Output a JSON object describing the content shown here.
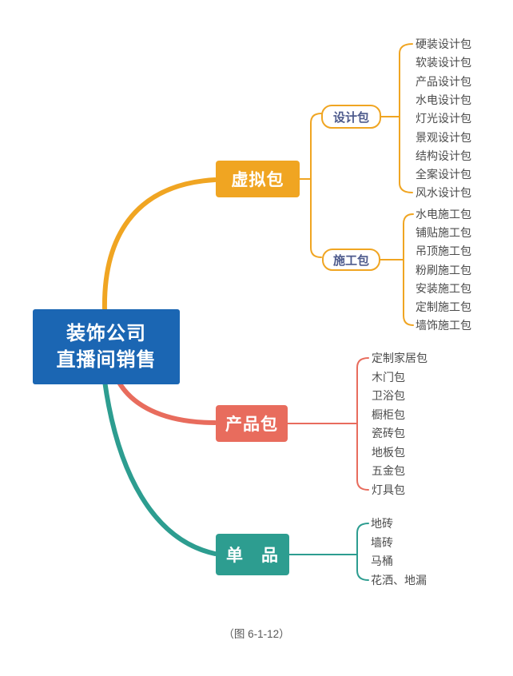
{
  "root": {
    "line1": "装饰公司",
    "line2": "直播间销售",
    "color": "#1b66b3",
    "text_color": "#ffffff"
  },
  "branches": [
    {
      "label": "虚拟包",
      "color": "#f0a522",
      "children": [
        {
          "label": "设计包",
          "items": [
            "硬装设计包",
            "软装设计包",
            "产品设计包",
            "水电设计包",
            "灯光设计包",
            "景观设计包",
            "结构设计包",
            "全案设计包",
            "风水设计包"
          ]
        },
        {
          "label": "施工包",
          "items": [
            "水电施工包",
            "铺贴施工包",
            "吊顶施工包",
            "粉刷施工包",
            "安装施工包",
            "定制施工包",
            "墙饰施工包"
          ]
        }
      ]
    },
    {
      "label": "产品包",
      "color": "#e86c5d",
      "items": [
        "定制家居包",
        "木门包",
        "卫浴包",
        "橱柜包",
        "瓷砖包",
        "地板包",
        "五金包",
        "灯具包"
      ]
    },
    {
      "label": "单　品",
      "color": "#2d9d90",
      "items": [
        "地砖",
        "墙砖",
        "马桶",
        "花洒、地漏"
      ]
    }
  ],
  "styles": {
    "pill_text_color": "#4d5a8c",
    "leaf_text_color": "#4c4c4c",
    "caption_color": "#595959"
  },
  "caption": "（图 6-1-12）"
}
